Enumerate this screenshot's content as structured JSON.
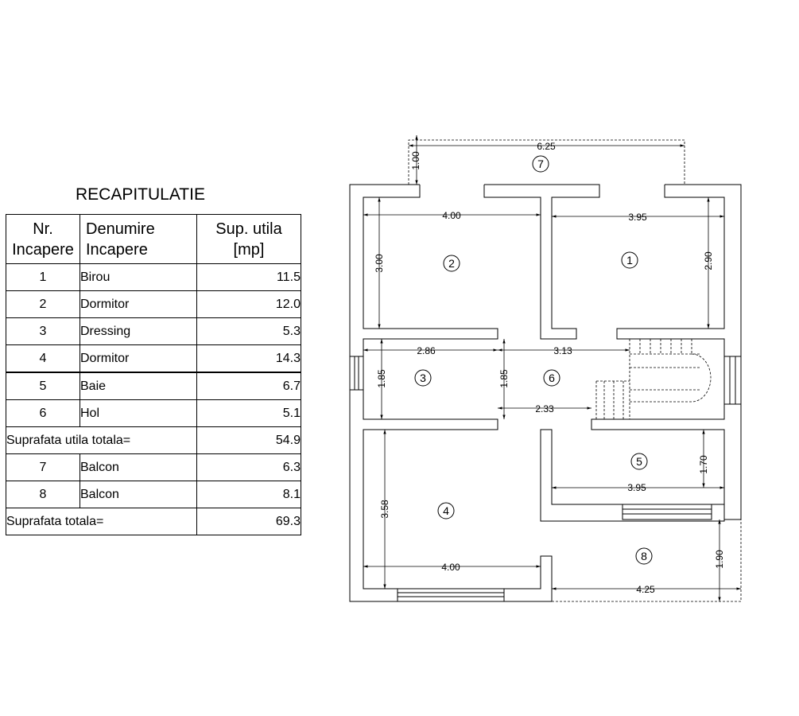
{
  "recap": {
    "title": "RECAPITULATIE",
    "headers": {
      "nr_line1": "Nr.",
      "nr_line2": "Incapere",
      "name_line1": "Denumire",
      "name_line2": "Incapere",
      "area_line1": "Sup. utila",
      "area_line2": "[mp]"
    },
    "rows": [
      {
        "nr": "1",
        "name": "Birou",
        "area": "11.5"
      },
      {
        "nr": "2",
        "name": "Dormitor",
        "area": "12.0"
      },
      {
        "nr": "3",
        "name": "Dressing",
        "area": "5.3"
      },
      {
        "nr": "4",
        "name": "Dormitor",
        "area": "14.3"
      },
      {
        "nr": "5",
        "name": "Baie",
        "area": "6.7"
      },
      {
        "nr": "6",
        "name": "Hol",
        "area": "5.1"
      }
    ],
    "useful_total_label": "Suprafata utila totala=",
    "useful_total_value": "54.9",
    "balcony_rows": [
      {
        "nr": "7",
        "name": "Balcon",
        "area": "6.3"
      },
      {
        "nr": "8",
        "name": "Balcon",
        "area": "8.1"
      }
    ],
    "total_label": "Suprafata totala=",
    "total_value": "69.3"
  },
  "plan": {
    "room_numbers": [
      "1",
      "2",
      "3",
      "4",
      "5",
      "6",
      "7",
      "8"
    ],
    "dimensions": {
      "balcony7_width": "6.25",
      "balcony7_depth": "1.00",
      "room2_width": "4.00",
      "room2_depth": "3.00",
      "room1_width": "3.95",
      "room1_depth": "2.90",
      "room3_width": "2.86",
      "room3_depth": "1.85",
      "hall_depth": "1.85",
      "hall_width": "3.13",
      "hall_passage": "2.33",
      "room5_depth": "1.70",
      "room5_width": "3.95",
      "room4_depth": "3.58",
      "room4_width": "4.00",
      "balcony8_depth": "1.90",
      "balcony8_width": "4.25"
    }
  }
}
